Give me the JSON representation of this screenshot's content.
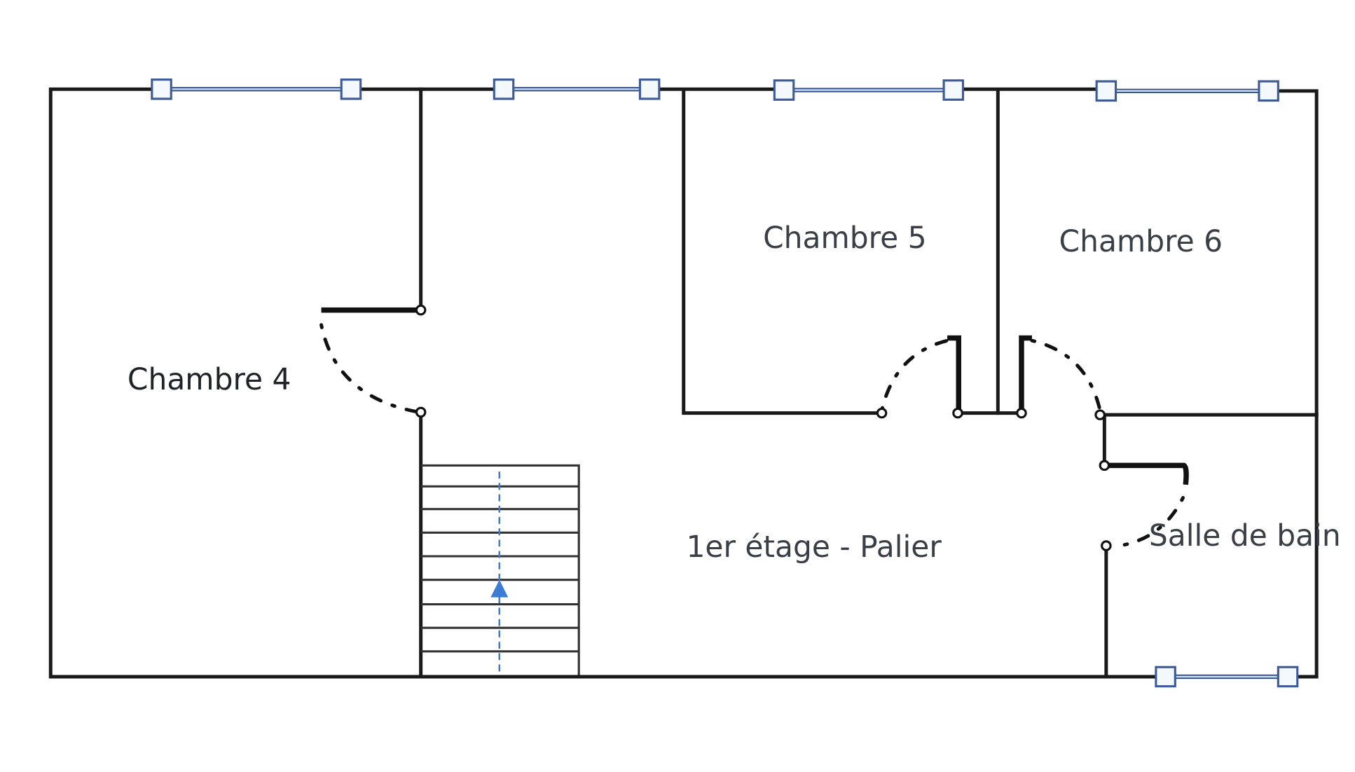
{
  "plan": {
    "rooms": [
      {
        "id": "chambre-4",
        "label": "Chambre 4"
      },
      {
        "id": "chambre-5",
        "label": "Chambre 5"
      },
      {
        "id": "chambre-6",
        "label": "Chambre 6"
      },
      {
        "id": "palier",
        "label": "1er étage - Palier"
      },
      {
        "id": "salle-de-bain",
        "label": "Salle de bain"
      }
    ],
    "colors": {
      "wall": "#1a1a1a",
      "window": "#2b4a8a",
      "stair_arrow": "#3a7bd5",
      "text": "#3a3f47"
    }
  }
}
